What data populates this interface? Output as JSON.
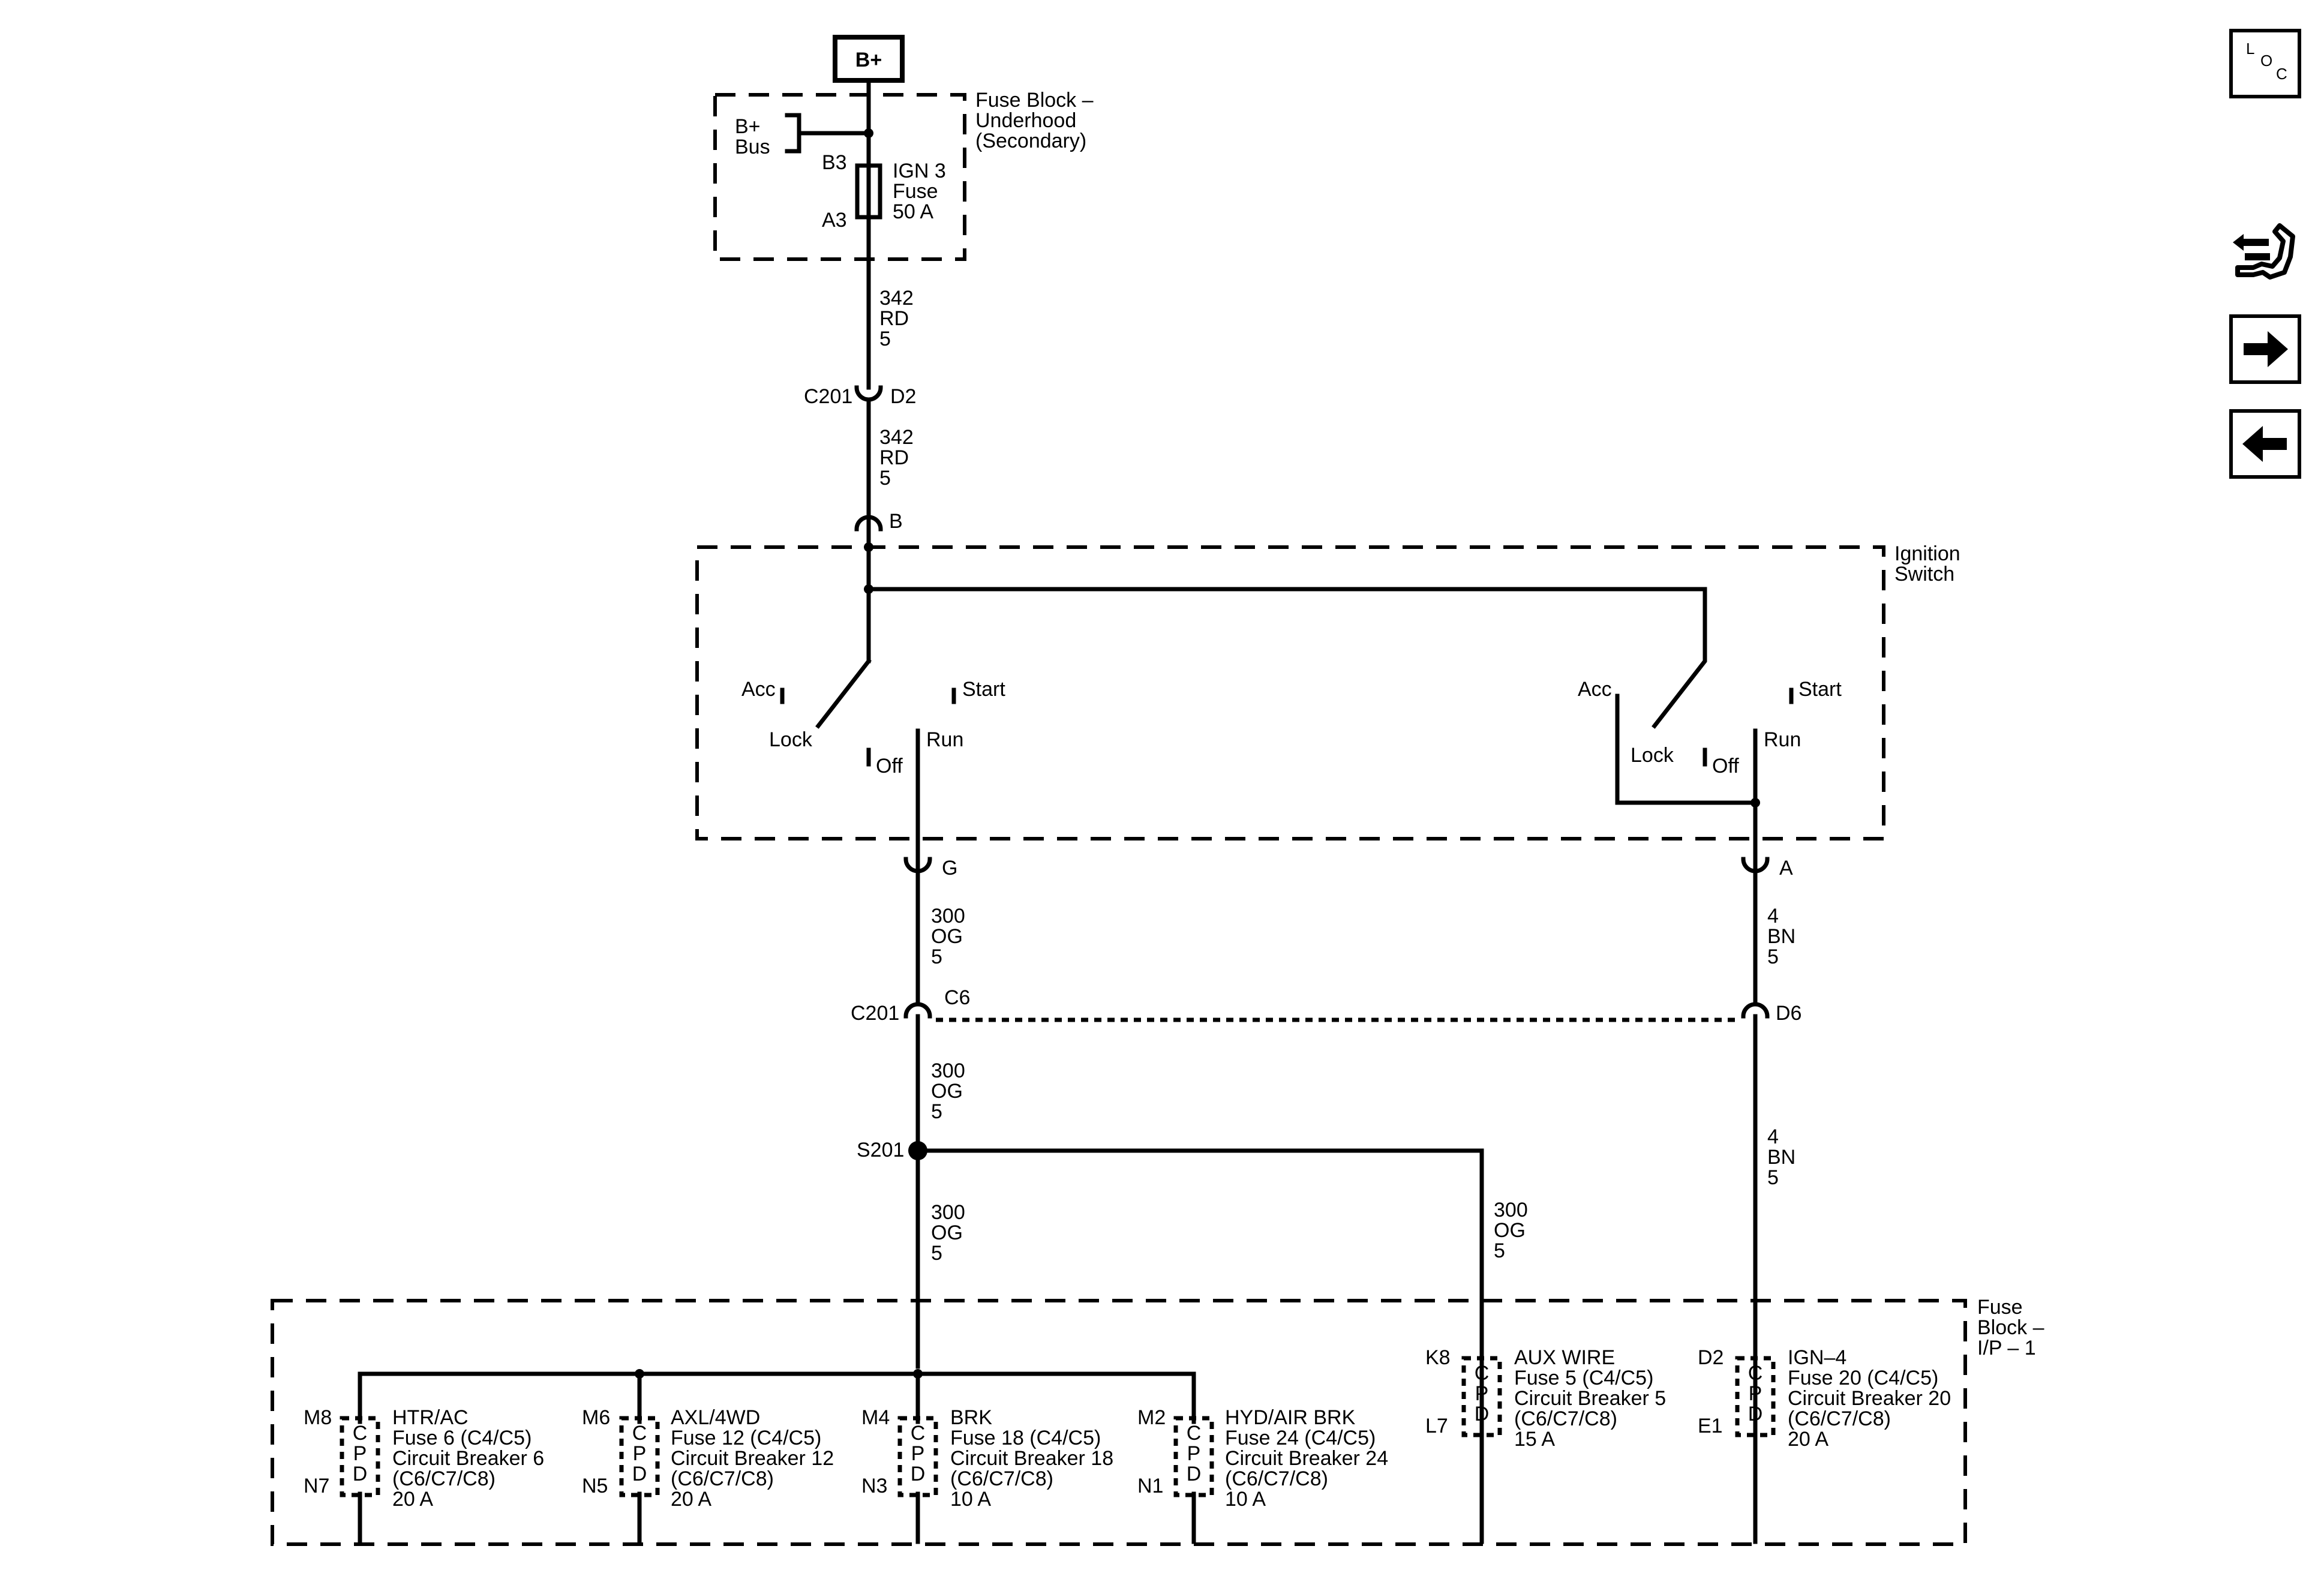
{
  "power": {
    "source": "B+"
  },
  "fuse_block_underhood": {
    "title": [
      "Fuse Block –",
      "Underhood",
      "(Secondary)"
    ],
    "bus_label": [
      "B+",
      "Bus"
    ],
    "pin_top": "B3",
    "pin_bottom": "A3",
    "fuse": [
      "IGN 3",
      "Fuse",
      "50 A"
    ]
  },
  "wires": {
    "w342": [
      "342",
      "RD",
      "5"
    ],
    "w300": [
      "300",
      "OG",
      "5"
    ],
    "w4": [
      "4",
      "BN",
      "5"
    ]
  },
  "connectors": {
    "c201": "C201",
    "d2": "D2",
    "b": "B",
    "g": "G",
    "a": "A",
    "c6": "C6",
    "d6": "D6",
    "s201": "S201"
  },
  "ignition_switch": {
    "title": [
      "Ignition",
      "Switch"
    ],
    "positions": {
      "acc": "Acc",
      "lock": "Lock",
      "off": "Off",
      "run": "Run",
      "start": "Start"
    }
  },
  "fuse_block_ip": {
    "title": [
      "Fuse",
      "Block –",
      "I/P – 1"
    ],
    "cpd_letters": [
      "C",
      "P",
      "D"
    ],
    "devices": [
      {
        "pin_top": "M8",
        "pin_bottom": "N7",
        "lines": [
          "HTR/AC",
          "Fuse 6 (C4/C5)",
          "Circuit Breaker 6",
          "(C6/C7/C8)",
          "20 A"
        ]
      },
      {
        "pin_top": "M6",
        "pin_bottom": "N5",
        "lines": [
          "AXL/4WD",
          "Fuse 12 (C4/C5)",
          "Circuit Breaker 12",
          "(C6/C7/C8)",
          "20 A"
        ]
      },
      {
        "pin_top": "M4",
        "pin_bottom": "N3",
        "lines": [
          "BRK",
          "Fuse 18 (C4/C5)",
          "Circuit Breaker 18",
          "(C6/C7/C8)",
          "10 A"
        ]
      },
      {
        "pin_top": "M2",
        "pin_bottom": "N1",
        "lines": [
          "HYD/AIR BRK",
          "Fuse 24 (C4/C5)",
          "Circuit Breaker 24",
          "(C6/C7/C8)",
          "10 A"
        ]
      },
      {
        "pin_top": "K8",
        "pin_bottom": "L7",
        "lines": [
          "AUX WIRE",
          "Fuse 5 (C4/C5)",
          "Circuit Breaker 5",
          "(C6/C7/C8)",
          "15 A"
        ]
      },
      {
        "pin_top": "D2",
        "pin_bottom": "E1",
        "lines": [
          "IGN–4",
          "Fuse 20 (C4/C5)",
          "Circuit Breaker 20",
          "(C6/C7/C8)",
          "20 A"
        ]
      }
    ]
  },
  "nav": {
    "loc": [
      "L",
      "O",
      "C"
    ]
  }
}
